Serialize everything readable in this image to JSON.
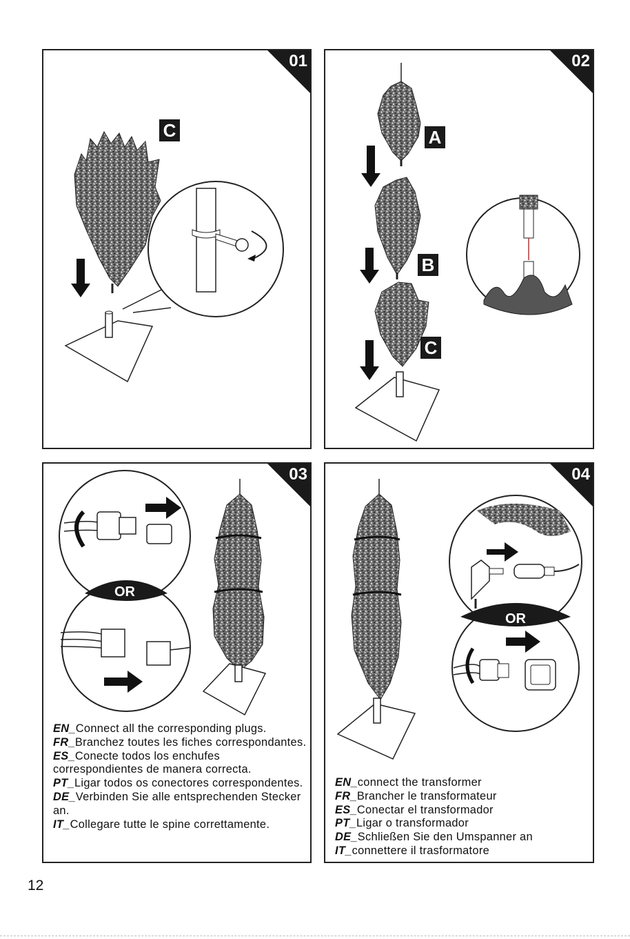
{
  "steps": [
    {
      "number": "01",
      "labels": [
        "C"
      ]
    },
    {
      "number": "02",
      "labels": [
        "A",
        "B",
        "C"
      ]
    },
    {
      "number": "03",
      "or_label": "OR",
      "instructions": [
        {
          "lang": "EN",
          "text": "Connect all the corresponding plugs."
        },
        {
          "lang": "FR",
          "text": "Branchez toutes les fiches correspondantes."
        },
        {
          "lang": "ES",
          "text": "Conecte todos los enchufes correspondientes de manera correcta."
        },
        {
          "lang": "PT",
          "text": "Ligar todos os conectores correspondentes."
        },
        {
          "lang": "DE",
          "text": "Verbinden Sie alle entsprechenden Stecker an."
        },
        {
          "lang": "IT",
          "text": "Collegare tutte le spine correttamente."
        }
      ]
    },
    {
      "number": "04",
      "or_label": "OR",
      "instructions": [
        {
          "lang": "EN",
          "text": "connect the transformer"
        },
        {
          "lang": "FR",
          "text": "Brancher le transformateur"
        },
        {
          "lang": "ES",
          "text": "Conectar el transformador"
        },
        {
          "lang": "PT",
          "text": "Ligar o transformador"
        },
        {
          "lang": "DE",
          "text": "Schließen Sie den Umspanner an"
        },
        {
          "lang": "IT",
          "text": "connettere il trasformatore"
        }
      ]
    }
  ],
  "separator": "_",
  "page_number": "12"
}
